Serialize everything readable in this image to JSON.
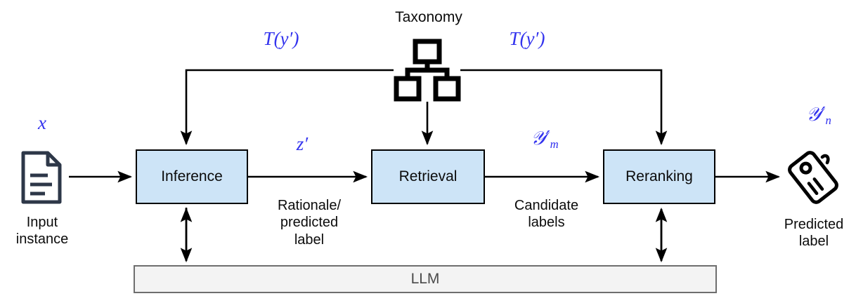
{
  "diagram": {
    "title_text": "Taxonomy",
    "stages": [
      {
        "id": "inference",
        "label": "Inference"
      },
      {
        "id": "retrieval",
        "label": "Retrieval"
      },
      {
        "id": "reranking",
        "label": "Reranking"
      }
    ],
    "backend": {
      "label": "LLM"
    },
    "endpoints": {
      "input": {
        "icon": "document-icon",
        "caption": "Input\ninstance"
      },
      "output": {
        "icon": "tag-icon",
        "caption": "Predicted\nlabel"
      }
    },
    "edge_captions": {
      "inference_to_retrieval": "Rationale/\npredicted\nlabel",
      "retrieval_to_reranking": "Candidate\nlabels"
    },
    "math_labels": {
      "input_symbol": "x",
      "taxonomy_left": "T(y′)",
      "taxonomy_right": "T(y′)",
      "rationale_symbol": "z′",
      "candidate_symbol_base": "ᵎ",
      "candidate_symbol": "𝒴′",
      "candidate_subscript": "m",
      "predicted_symbol": "𝒴′",
      "predicted_subscript": "n"
    },
    "colors": {
      "box_fill": "#cde4f7",
      "box_stroke": "#000000",
      "math_blue": "#3333ee",
      "llm_fill": "#f3f3f3",
      "llm_stroke": "#6e6e6e",
      "icon_dark": "#2d3748",
      "text_black": "#0b0b0b"
    }
  }
}
